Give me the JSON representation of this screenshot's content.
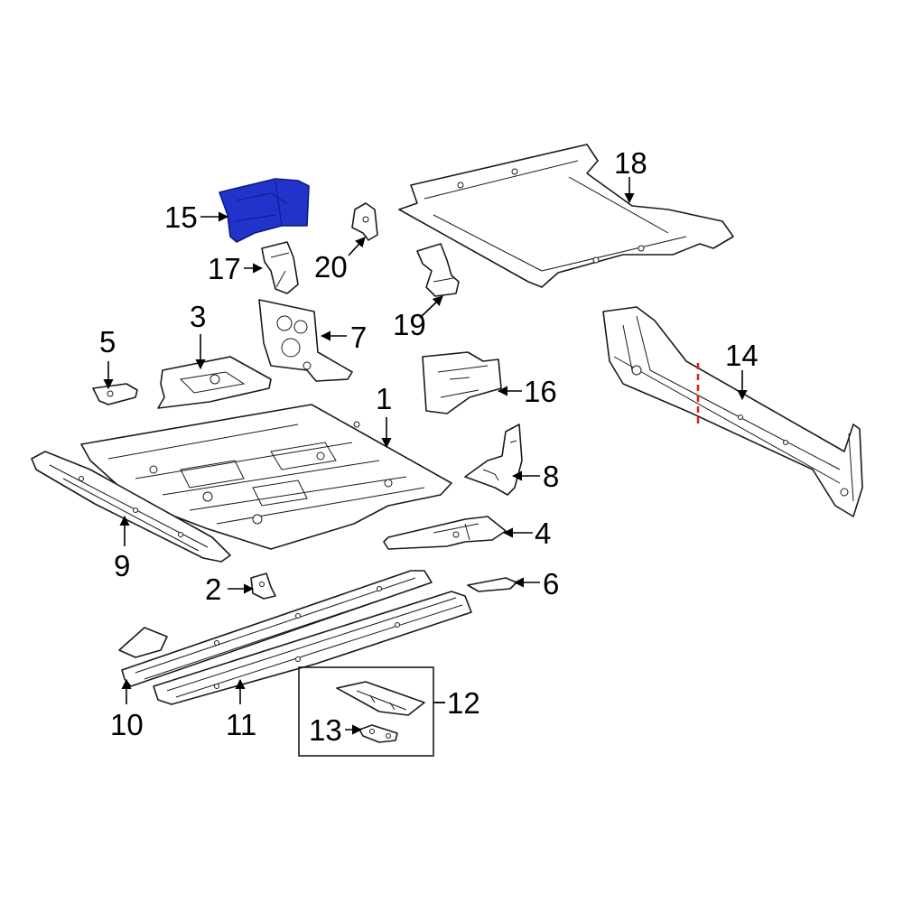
{
  "diagram": {
    "highlight_color": "#2233cc",
    "cut_line_color": "#e0201b",
    "callouts": {
      "c1": "1",
      "c2": "2",
      "c3": "3",
      "c4": "4",
      "c5": "5",
      "c6": "6",
      "c7": "7",
      "c8": "8",
      "c9": "9",
      "c10": "10",
      "c11": "11",
      "c12": "12",
      "c13": "13",
      "c14": "14",
      "c15": "15",
      "c16": "16",
      "c17": "17",
      "c18": "18",
      "c19": "19",
      "c20": "20"
    }
  }
}
